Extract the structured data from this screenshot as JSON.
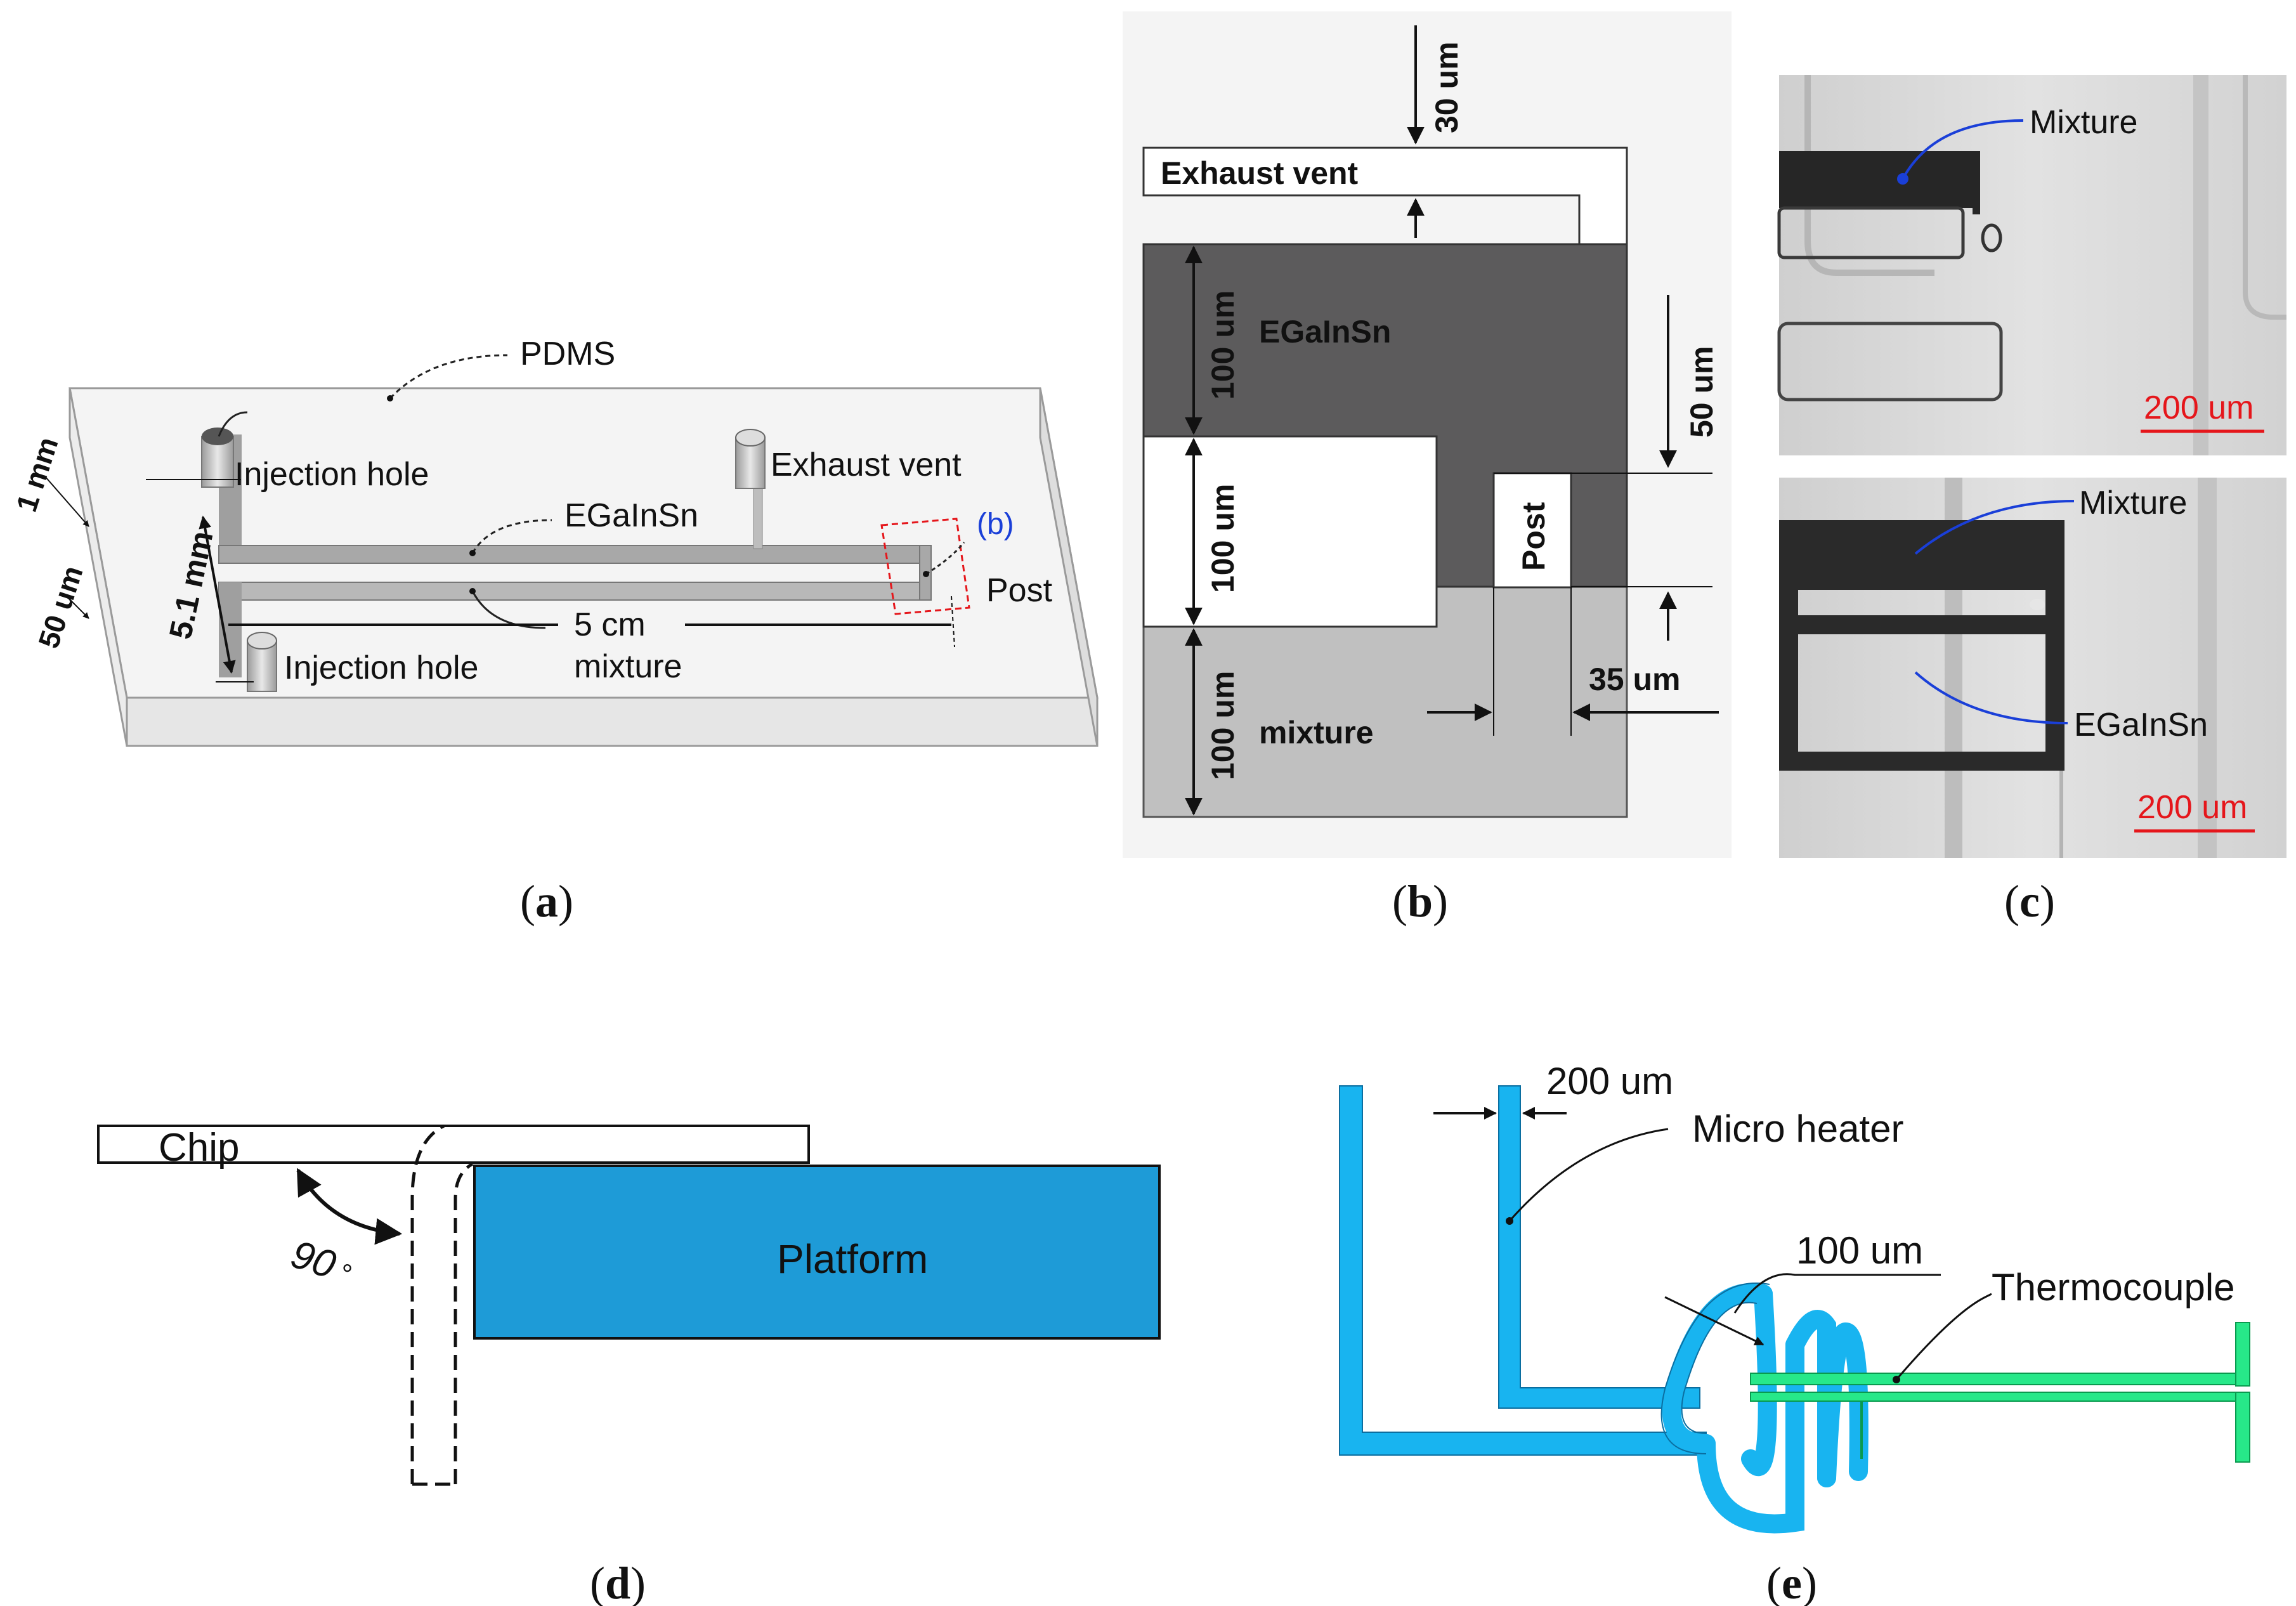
{
  "panel_a": {
    "caption": "a",
    "pdms": "PDMS",
    "injection_hole_top": "Injection hole",
    "injection_hole_bottom": "Injection hole",
    "exhaust_vent": "Exhaust vent",
    "egainsn": "EGaInSn",
    "mixture": "mixture",
    "post": "Post",
    "b_ref": "(b)",
    "dim_1mm": "1 mm",
    "dim_50um": "50 um",
    "dim_51mm": "5.1 mm",
    "dim_5cm": "5 cm"
  },
  "panel_b": {
    "caption": "b",
    "exhaust_vent": "Exhaust vent",
    "egainsn": "EGaInSn",
    "post": "Post",
    "mixture": "mixture",
    "dim_30um": "30 um",
    "dim_50um": "50 um",
    "dim_100um_top": "100 um",
    "dim_100um_mid": "100 um",
    "dim_100um_bottom": "100 um",
    "dim_35um": "35 um"
  },
  "panel_c": {
    "caption": "c",
    "top_mixture": "Mixture",
    "top_scale": "200 um",
    "bottom_mixture": "Mixture",
    "bottom_egainsn": "EGaInSn",
    "bottom_scale": "200 um"
  },
  "panel_d": {
    "caption": "d",
    "chip": "Chip",
    "platform": "Platform",
    "angle": "90",
    "angle_unit": "°"
  },
  "panel_e": {
    "caption": "e",
    "dim_200um": "200 um",
    "micro_heater": "Micro heater",
    "dim_100um": "100 um",
    "thermocouple": "Thermocouple"
  },
  "colors": {
    "egainsn_dark": "#5c5b5c",
    "mixture_gray": "#c0c0c0",
    "platform_blue": "#1e9bd7",
    "heater_blue": "#18b4f0",
    "thermo_green": "#27e889",
    "annot_blue": "#1a3fd8",
    "scale_red": "#e5161b"
  }
}
